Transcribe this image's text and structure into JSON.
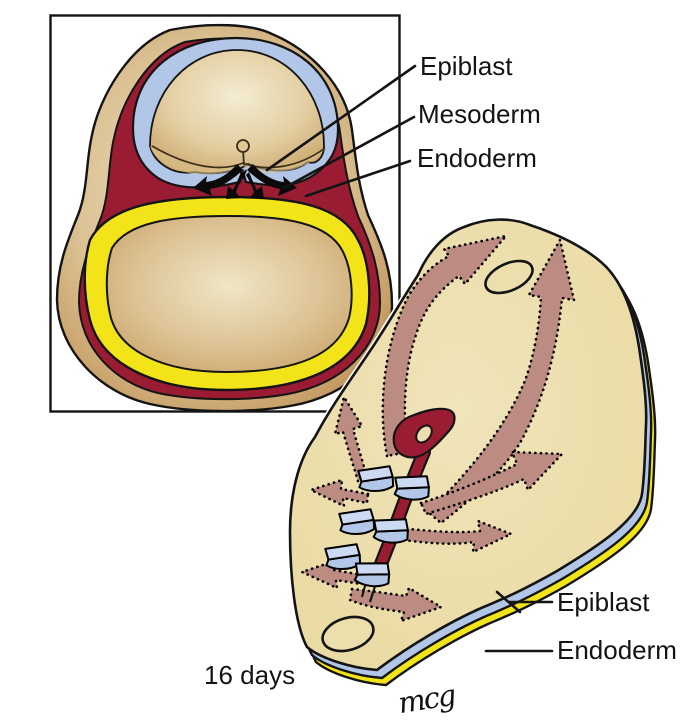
{
  "figure": {
    "caption": "16 days",
    "signature": "mcg"
  },
  "cross_section_panel": {
    "labels": {
      "epiblast": "Epiblast",
      "mesoderm": "Mesoderm",
      "endoderm": "Endoderm"
    }
  },
  "disc_panel": {
    "labels": {
      "epiblast": "Epiblast",
      "endoderm": "Endoderm"
    }
  },
  "colors": {
    "maroon": "#9a1c33",
    "yellow": "#f2e418",
    "blue": "#b2c6e8",
    "blue_light": "#cbdaf2",
    "cream": "#ecdfad",
    "mauve": "#bc8b82",
    "outline": "#141414",
    "tan_dark": "#c79e61",
    "tan_light": "#f2e9cf"
  }
}
